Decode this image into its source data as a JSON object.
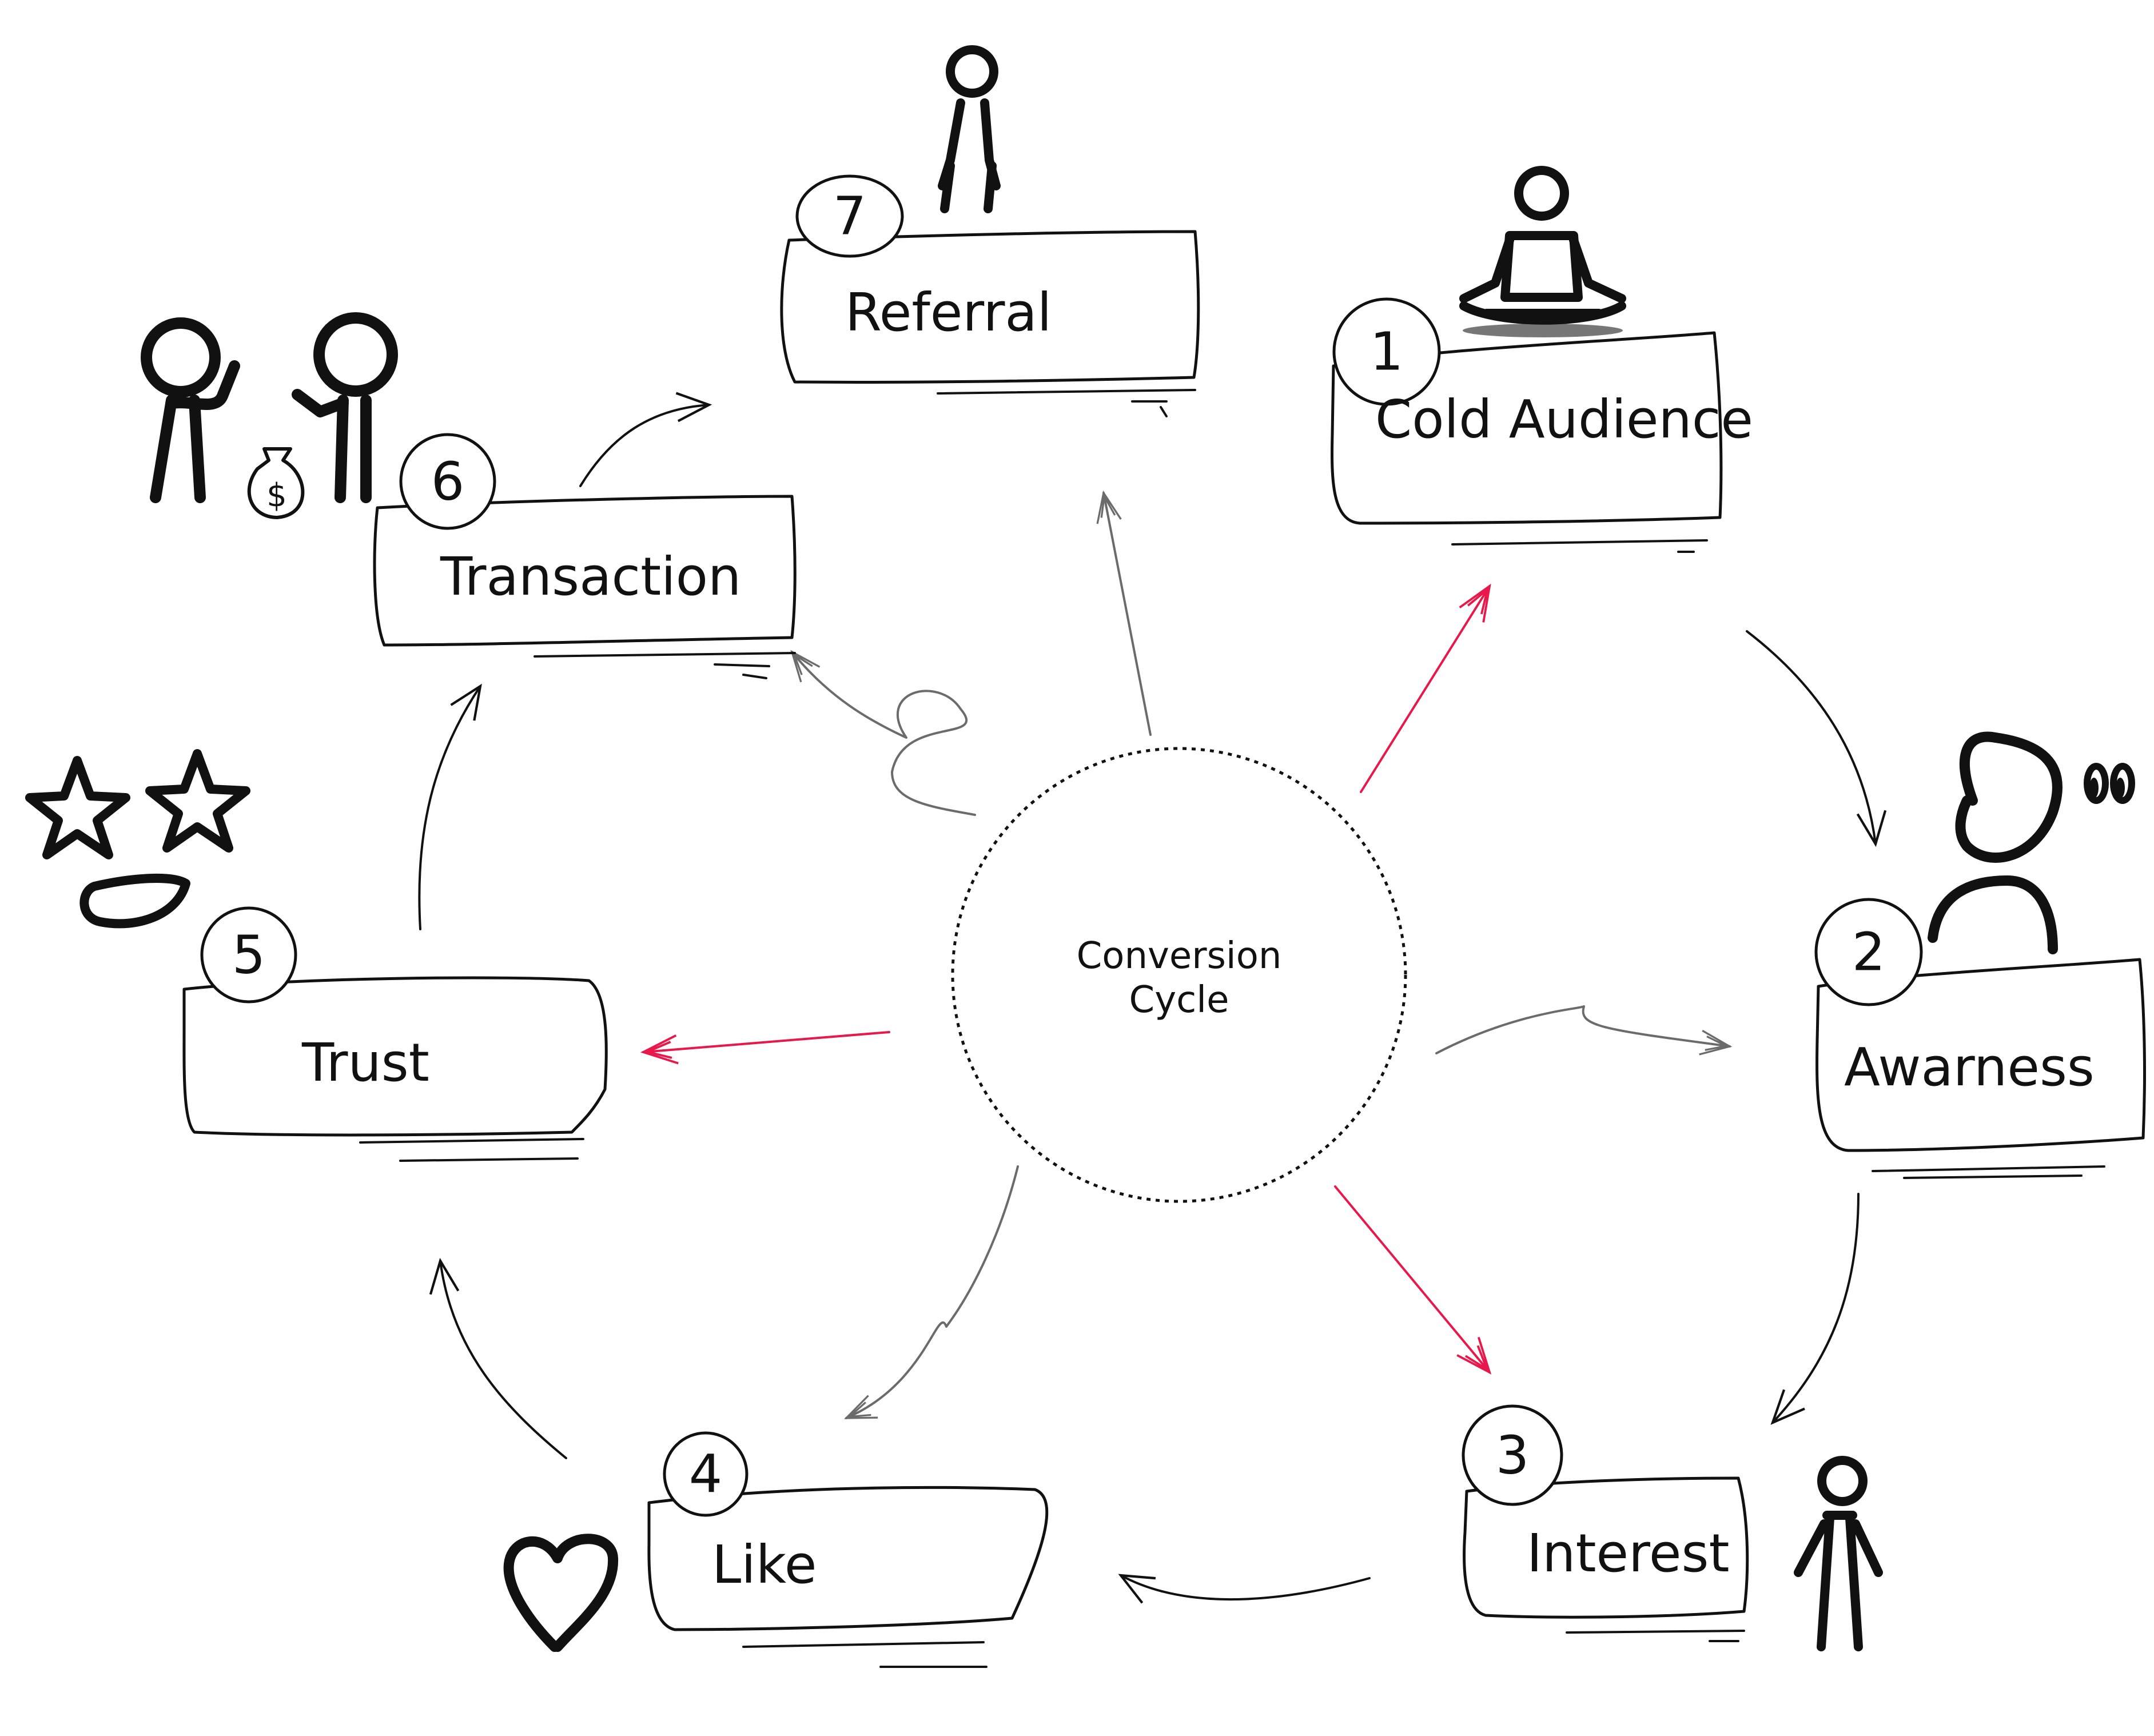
{
  "diagram": {
    "center": {
      "line1": "Conversion",
      "line2": "Cycle"
    },
    "steps": [
      {
        "number": "1",
        "label": "Cold Audience"
      },
      {
        "number": "2",
        "label": "Awarness"
      },
      {
        "number": "3",
        "label": "Interest"
      },
      {
        "number": "4",
        "label": "Like"
      },
      {
        "number": "5",
        "label": "Trust"
      },
      {
        "number": "6",
        "label": "Transaction"
      },
      {
        "number": "7",
        "label": "Referral"
      }
    ],
    "money_bag_symbol": "$",
    "colors": {
      "ink": "#111111",
      "accent_arrow": "#e8194a",
      "grey_arrow": "#6b6b6b"
    },
    "icons": [
      "meditating-person-icon",
      "person-with-eyes-icon",
      "standing-person-icon",
      "heart-icon",
      "star-eyes-face-icon",
      "two-people-money-icon",
      "sitting-person-icon"
    ]
  }
}
